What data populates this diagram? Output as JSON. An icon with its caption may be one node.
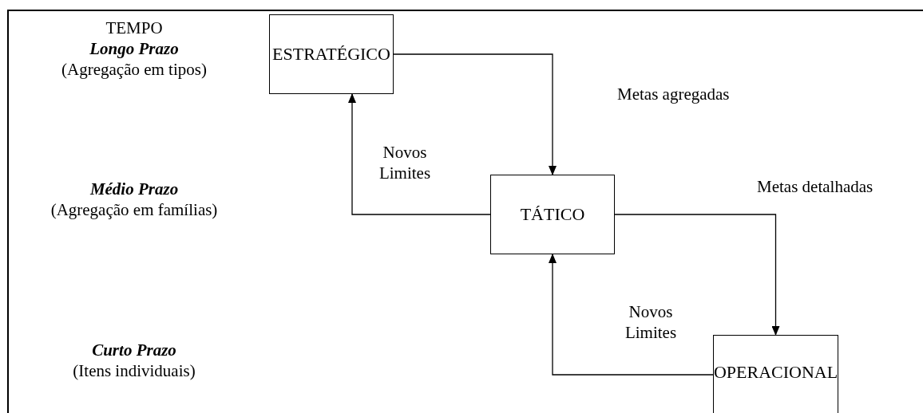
{
  "diagram": {
    "nodes": [
      {
        "text": [
          "ESTRATÉGICO"
        ]
      },
      {
        "text": [
          "TÁTICO"
        ]
      },
      {
        "text": [
          "OPERACIONAL"
        ]
      }
    ],
    "edges": [
      {
        "from": 0,
        "to": 1,
        "arrow": "to",
        "label": "Metas agregadas"
      },
      {
        "from": 1,
        "to": 0,
        "arrow": "to",
        "label": "Novos Limites"
      },
      {
        "from": 1,
        "to": 2,
        "arrow": "to",
        "label": "Metas detalhadas"
      },
      {
        "from": 2,
        "to": 1,
        "arrow": "to",
        "label": "Novos Limites"
      }
    ],
    "labels": [
      "TEMPO",
      "Longo Prazo",
      "(Agregação em tipos)",
      "Médio Prazo",
      "(Agregação em famílias)",
      "Curto Prazo",
      "(Itens individuais)"
    ]
  }
}
